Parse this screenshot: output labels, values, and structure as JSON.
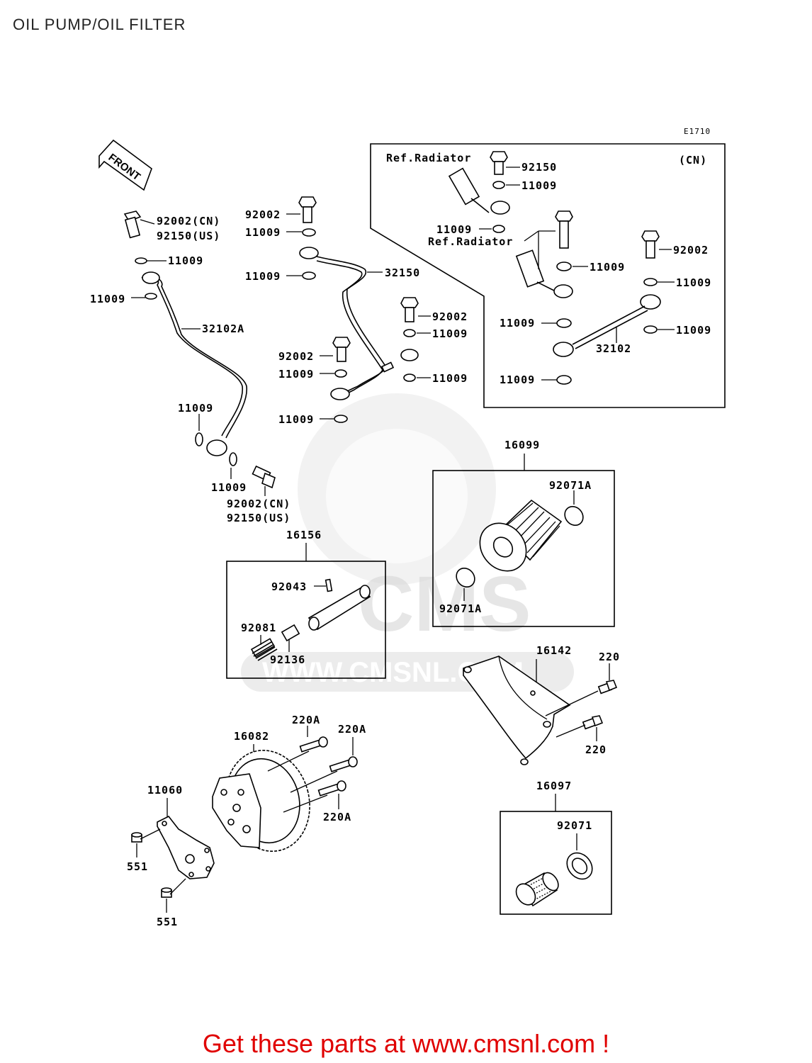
{
  "title": "OIL PUMP/OIL FILTER",
  "diagram_code": "E1710",
  "front_label": "FRONT",
  "watermark": {
    "logo_text": "CMS",
    "url": "WWW.CMSNL.COM"
  },
  "footer": "Get these parts at www.cmsnl.com !",
  "callouts": {
    "c92002cn_a": "92002(CN)",
    "c92150us_a": "92150(US)",
    "c11009_a": "11009",
    "c11009_b": "11009",
    "c32102a": "32102A",
    "c11009_c": "11009",
    "c11009_d": "11009",
    "c92002cn_b": "92002(CN)",
    "c92150us_b": "92150(US)",
    "c92002_a": "92002",
    "c11009_e": "11009",
    "c11009_f": "11009",
    "c32150": "32150",
    "c92002_b": "92002",
    "c11009_g": "11009",
    "c92002_c": "92002",
    "c11009_h": "11009",
    "c11009_i": "11009",
    "c11009_j": "11009",
    "ref_radiator_a": "Ref.Radiator",
    "ref_radiator_b": "Ref.Radiator",
    "cn_tag": "(CN)",
    "c92150_cn": "92150",
    "c11009_k": "11009",
    "c11009_l": "11009",
    "c11009_m": "11009",
    "c92002_cn": "92002",
    "c11009_n": "11009",
    "c11009_o": "11009",
    "c11009_p": "11009",
    "c32102": "32102",
    "c11009_q": "11009",
    "c16099": "16099",
    "c92071a_a": "92071A",
    "c92071a_b": "92071A",
    "c16156": "16156",
    "c92043": "92043",
    "c92081": "92081",
    "c92136": "92136",
    "c16142": "16142",
    "c220_a": "220",
    "c220_b": "220",
    "c16082": "16082",
    "c220a_a": "220A",
    "c220a_b": "220A",
    "c220a_c": "220A",
    "c11060": "11060",
    "c551_a": "551",
    "c551_b": "551",
    "c16097": "16097",
    "c92071": "92071"
  }
}
